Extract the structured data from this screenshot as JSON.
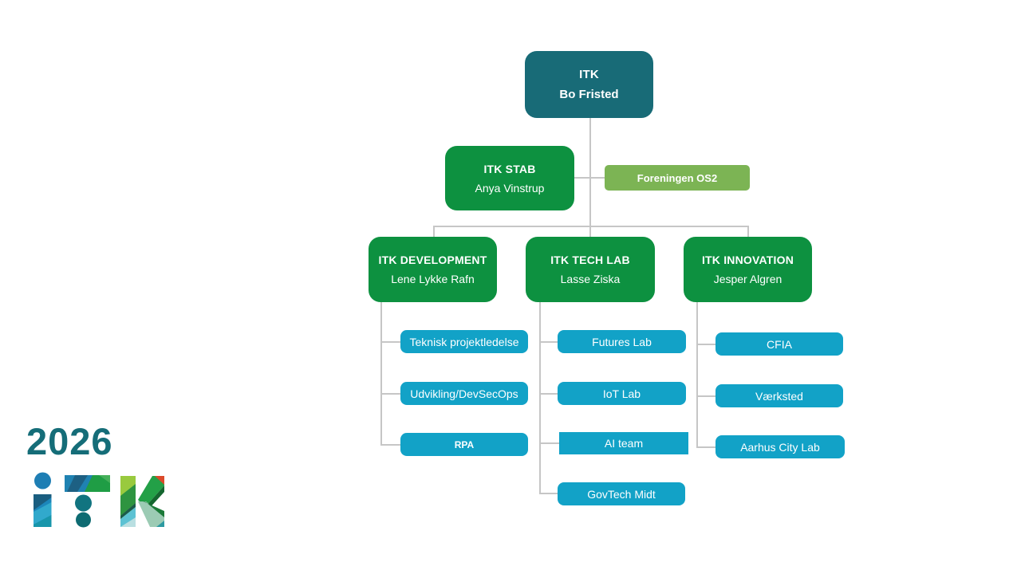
{
  "org": {
    "root": {
      "title": "ITK",
      "name": "Bo Fristed"
    },
    "stab": {
      "title": "ITK STAB",
      "name": "Anya Vinstrup"
    },
    "association": {
      "label": "Foreningen OS2"
    },
    "departments": [
      {
        "title": "ITK DEVELOPMENT",
        "name": "Lene Lykke Rafn",
        "children": [
          "Teknisk projektledelse",
          "Udvikling/DevSecOps",
          "RPA"
        ]
      },
      {
        "title": "ITK TECH LAB",
        "name": "Lasse Ziska",
        "children": [
          "Futures Lab",
          "IoT Lab",
          "AI team",
          "GovTech Midt"
        ]
      },
      {
        "title": "ITK INNOVATION",
        "name": "Jesper Algren",
        "children": [
          "CFIA",
          "Værksted",
          "Aarhus City Lab"
        ]
      }
    ]
  },
  "footer": {
    "year": "2026",
    "logo_text": "iTK"
  },
  "colors": {
    "root_box": "#186B77",
    "department_box": "#0D9140",
    "association_box": "#7CB454",
    "team_box": "#12A2C7",
    "connector": "#C6C6C6",
    "year_text": "#156D78",
    "logo_red_accent": "#DB4A2B",
    "logo_lime": "#99CA3E",
    "logo_blue": "#1E7EB4"
  }
}
